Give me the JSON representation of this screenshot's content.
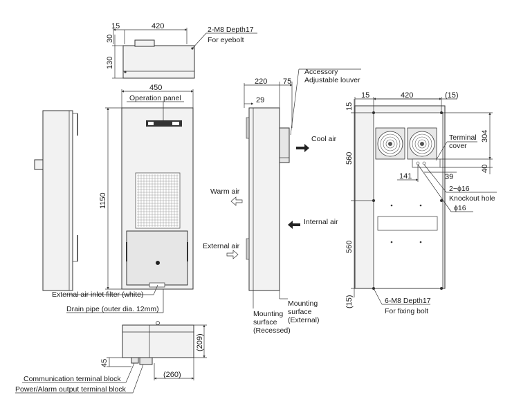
{
  "dimensions": {
    "top_15": "15",
    "top_420": "420",
    "top_30": "30",
    "top_130": "130",
    "front_450": "450",
    "front_1150": "1150",
    "side_220": "220",
    "side_75": "75",
    "side_29": "29",
    "rear_15": "15",
    "rear_420": "420",
    "rear_15p": "(15)",
    "rear_15v": "15",
    "rear_560a": "560",
    "rear_560b": "560",
    "rear_15pv": "(15)",
    "rear_304": "304",
    "rear_40": "40",
    "rear_141": "141",
    "rear_39": "39",
    "bot_45": "45",
    "bot_209": "(209)",
    "bot_260": "(260)"
  },
  "labels": {
    "eyebolt_1": "2-M8 Depth17",
    "eyebolt_2": "For eyebolt",
    "operation_panel": "Operation panel",
    "louver_1": "Accessory",
    "louver_2": "Adjustable louver",
    "cool_air": "Cool air",
    "warm_air": "Warm air",
    "internal_air": "Internal air",
    "external_air": "External air",
    "terminal_1": "Terminal",
    "terminal_2": "cover",
    "knockout_1": "2−ϕ16",
    "knockout_2": "Knockout hole",
    "phi16": "ϕ16",
    "fix_1": "6-M8 Depth17",
    "fix_2": "For fixing bolt",
    "filter": "External air inlet filter (white)",
    "drain": "Drain pipe (outer dia. 12mm)",
    "mount_rec_1": "Mounting",
    "mount_rec_2": "surface",
    "mount_rec_3": "(Recessed)",
    "mount_ext_1": "Mounting",
    "mount_ext_2": "surface",
    "mount_ext_3": "(External)",
    "comm_block": "Communication terminal block",
    "power_block": "Power/Alarm output terminal block"
  }
}
